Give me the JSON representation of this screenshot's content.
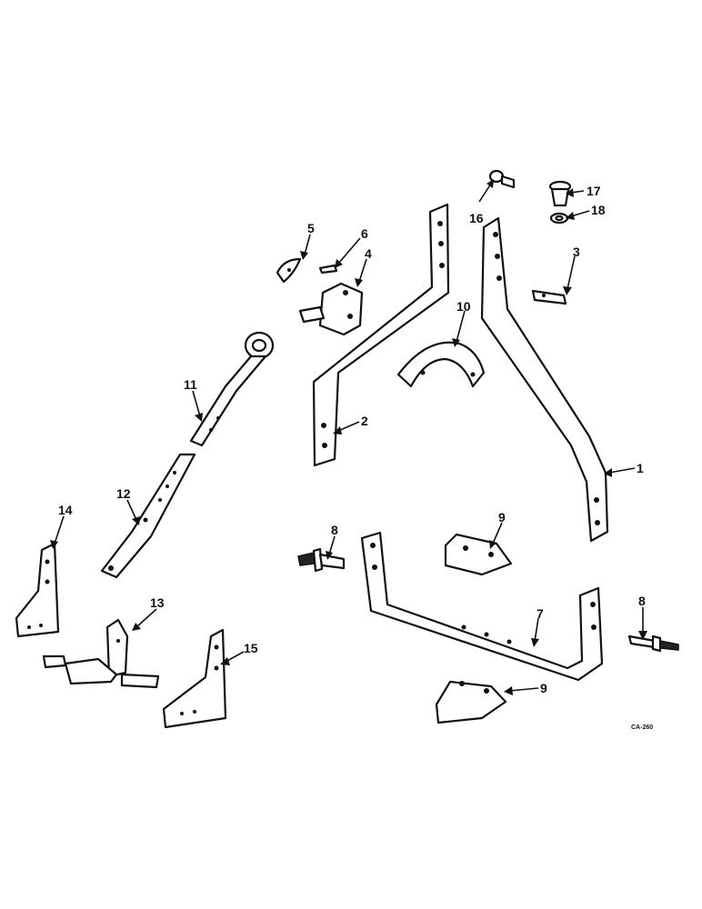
{
  "diagram": {
    "callouts": {
      "c1": "1",
      "c2": "2",
      "c3": "3",
      "c4": "4",
      "c5": "5",
      "c6": "6",
      "c7": "7",
      "c8a": "8",
      "c8b": "8",
      "c9a": "9",
      "c9b": "9",
      "c10": "10",
      "c11": "11",
      "c12": "12",
      "c13": "13",
      "c14": "14",
      "c15": "15",
      "c16": "16",
      "c17": "17",
      "c18": "18"
    },
    "drawing_code": "CA-260"
  }
}
